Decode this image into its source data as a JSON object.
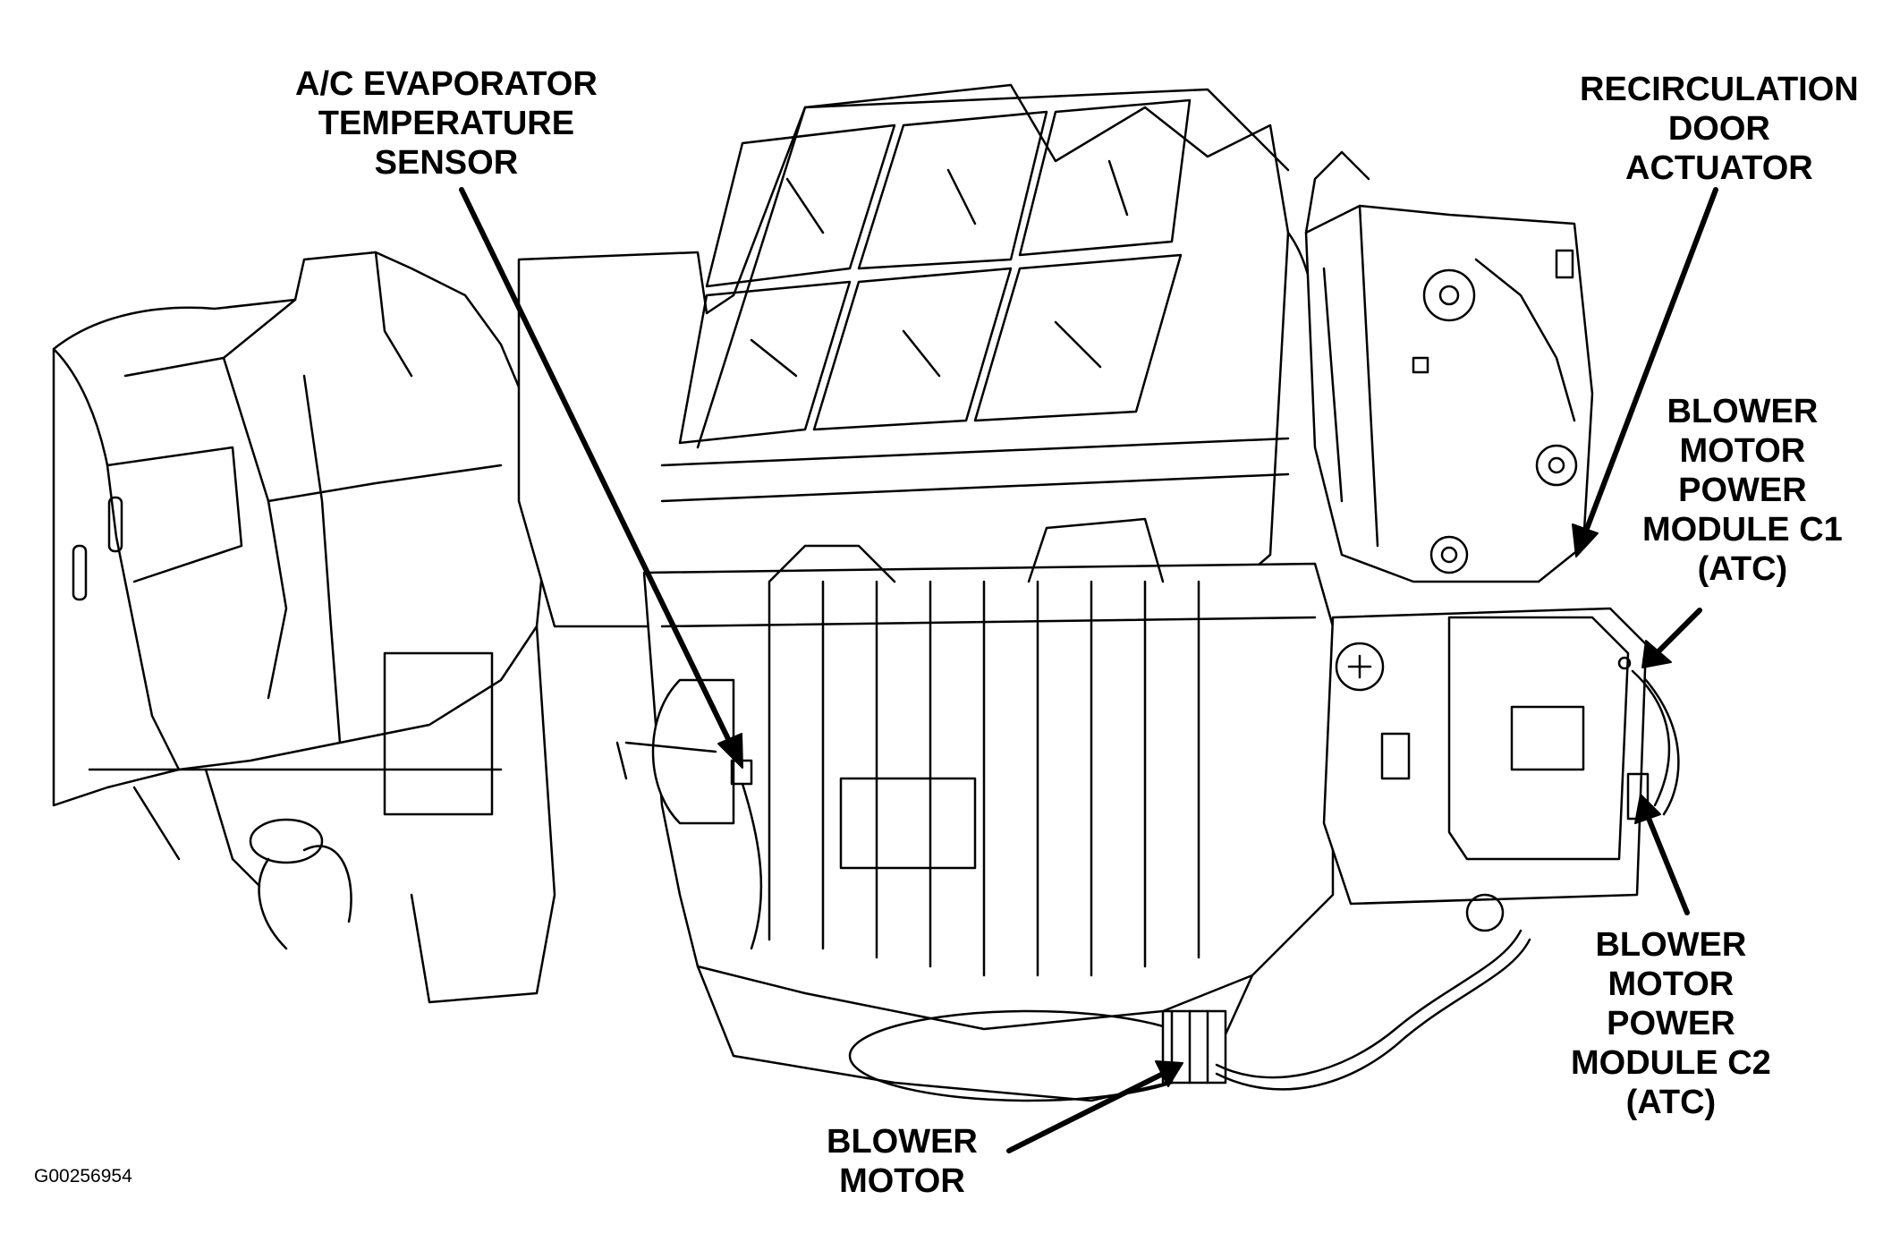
{
  "figure_id": "G00256954",
  "labels": {
    "evaporator_sensor": [
      "A/C EVAPORATOR",
      "TEMPERATURE",
      "SENSOR"
    ],
    "recirc_actuator": [
      "RECIRCULATION",
      "DOOR",
      "ACTUATOR"
    ],
    "power_module_c1": [
      "BLOWER",
      "MOTOR",
      "POWER",
      "MODULE C1",
      "(ATC)"
    ],
    "power_module_c2": [
      "BLOWER",
      "MOTOR",
      "POWER",
      "MODULE C2",
      "(ATC)"
    ],
    "blower_motor": [
      "BLOWER",
      "MOTOR"
    ]
  },
  "colors": {
    "ink": "#000000",
    "paper": "#ffffff"
  }
}
